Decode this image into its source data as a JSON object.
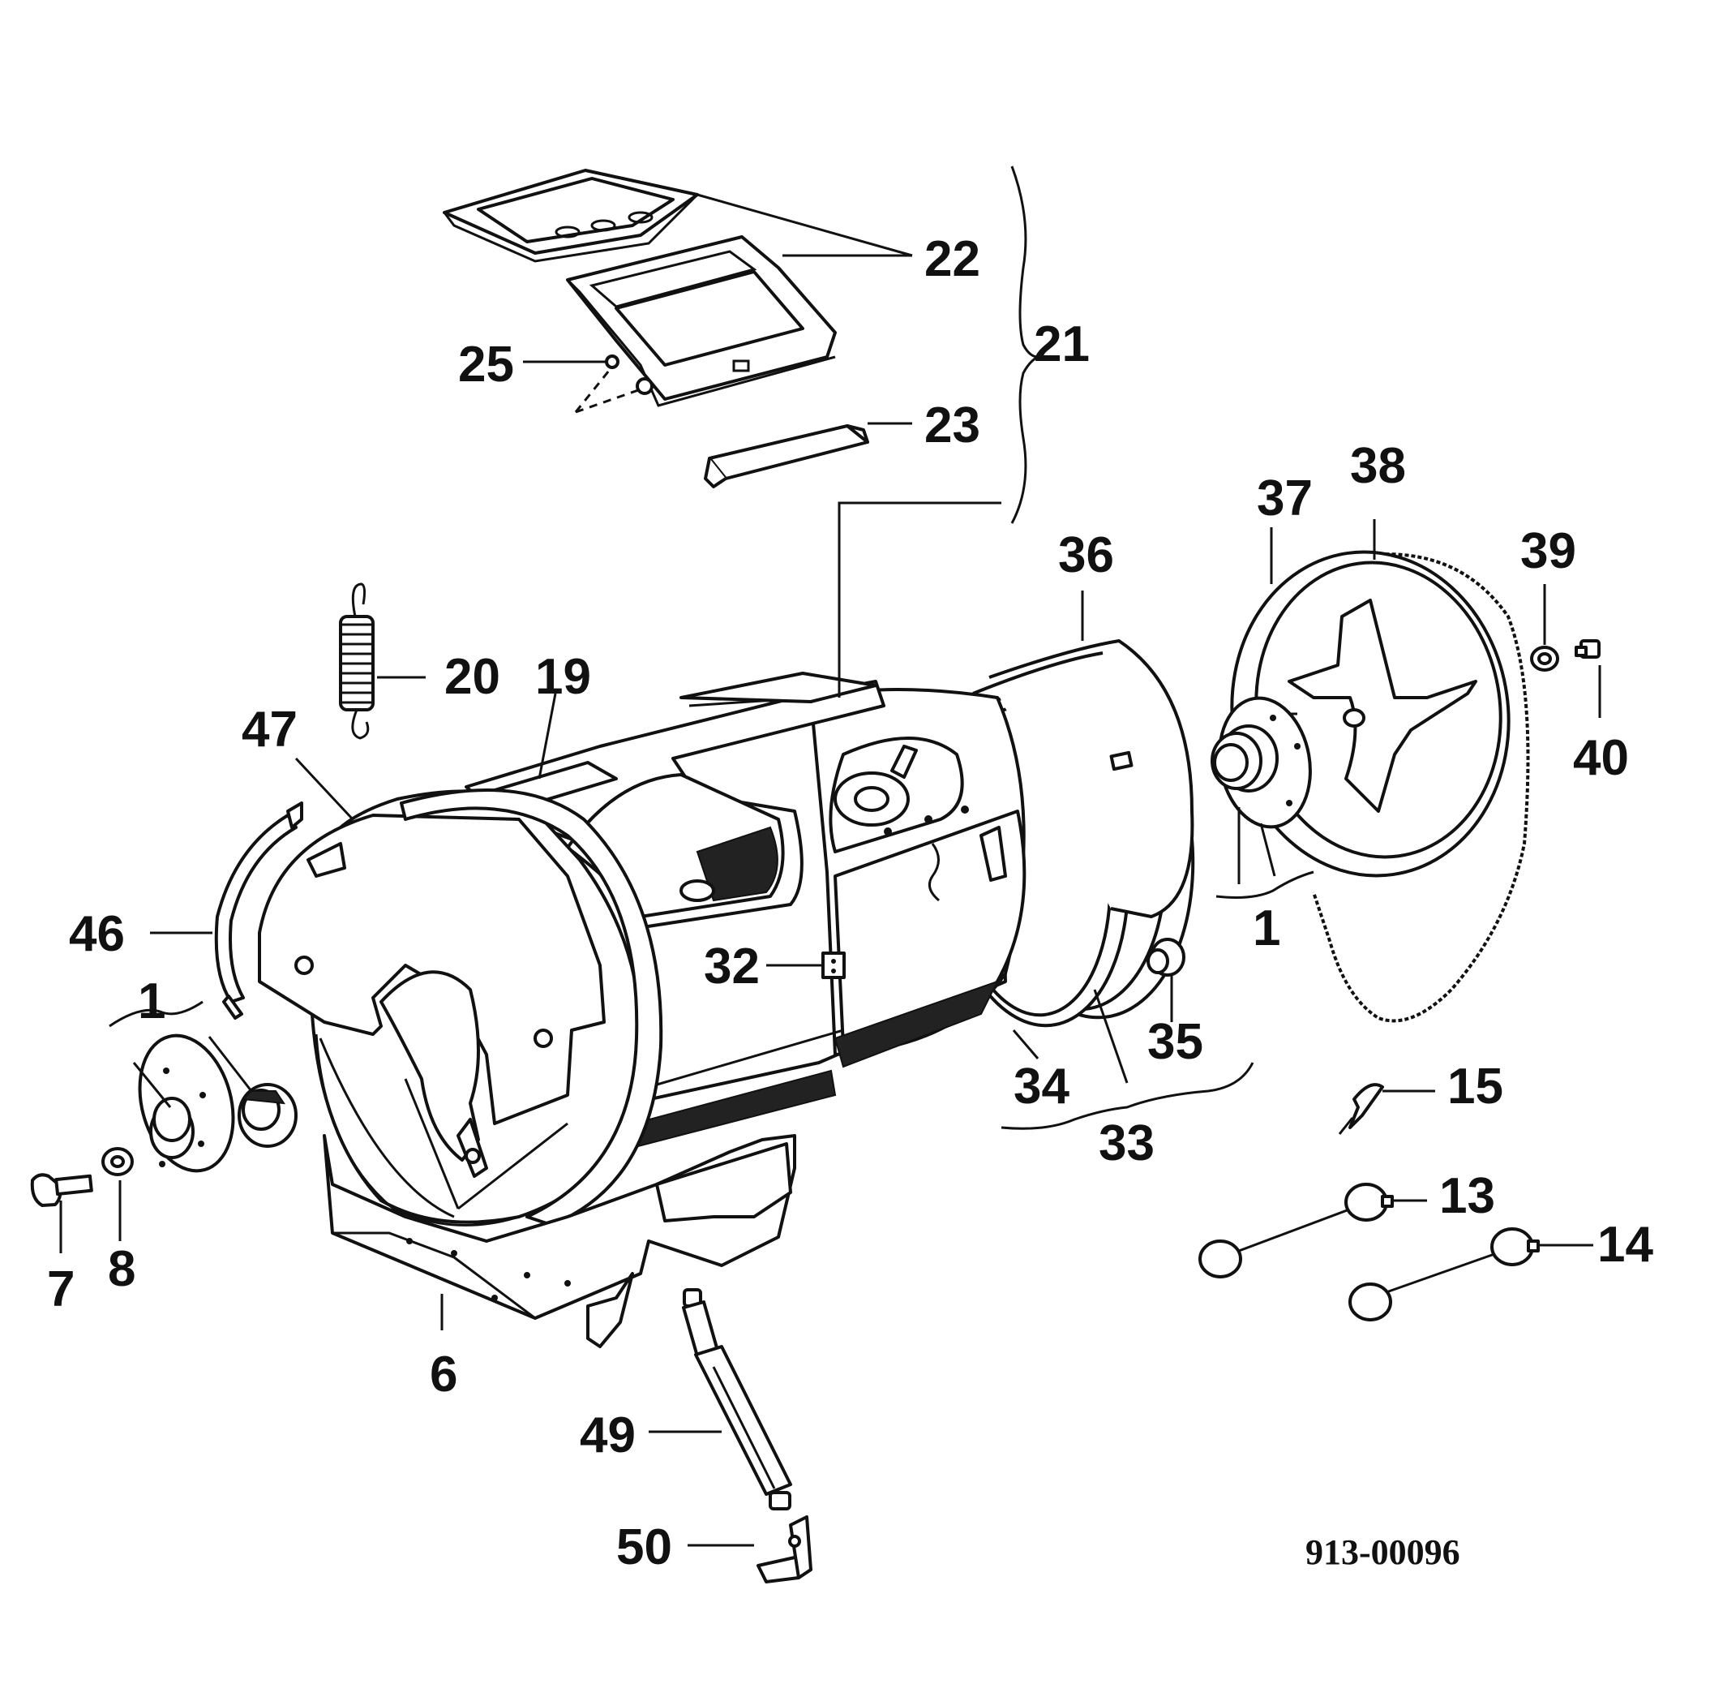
{
  "diagram": {
    "drawing_number": "913-00096",
    "callouts": [
      "1",
      "1",
      "6",
      "7",
      "8",
      "13",
      "14",
      "15",
      "19",
      "20",
      "21",
      "22",
      "23",
      "25",
      "32",
      "33",
      "34",
      "35",
      "36",
      "37",
      "38",
      "39",
      "40",
      "46",
      "47",
      "49",
      "50"
    ]
  }
}
